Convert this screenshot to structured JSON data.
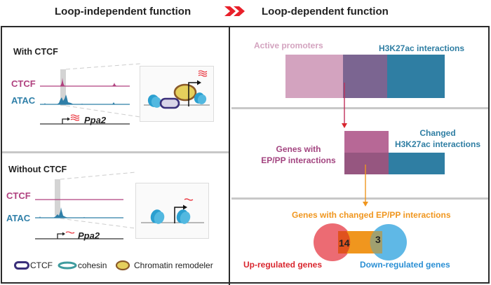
{
  "header": {
    "left_title": "Loop-independent function",
    "right_title": "Loop-dependent function",
    "arrow_icon": "double-chevron-right"
  },
  "colors": {
    "ctcf_track": "#b0417f",
    "atac_track": "#2f7fa8",
    "active_promoters": "#d3a3bf",
    "overlap_purple": "#7b6591",
    "h3k27ac": "#2f7ea3",
    "ep_pp_genes": "#b76896",
    "ep_pp_overlap": "#965680",
    "orange": "#f0961e",
    "up_red": "#ec6b73",
    "down_blue": "#5fb8e6",
    "up_label": "#d9262e",
    "down_label": "#2a8fd4",
    "header_arrow": "#e8202a"
  },
  "left_panel": {
    "with_ctcf": {
      "title": "With CTCF",
      "tracks": [
        "CTCF",
        "ATAC"
      ],
      "gene": "Ppa2",
      "transcription": "high"
    },
    "without_ctcf": {
      "title": "Without CTCF",
      "tracks": [
        "CTCF",
        "ATAC"
      ],
      "gene": "Ppa2",
      "transcription": "low"
    },
    "legend": [
      {
        "icon": "ctcf-ring-icon",
        "label": "CTCF"
      },
      {
        "icon": "cohesin-ring-icon",
        "label": "cohesin"
      },
      {
        "icon": "chromatin-remodeler-icon",
        "label": "Chromatin remodeler"
      }
    ]
  },
  "right_panel": {
    "step1": {
      "active_promoters": "Active promoters",
      "h3k27ac": "H3K27ac interactions"
    },
    "step2": {
      "genes_line1": "Genes with",
      "genes_line2": "EP/PP interactions",
      "changed_line1": "Changed",
      "changed_line2": "H3K27ac interactions"
    },
    "step3": {
      "title": "Genes with changed EP/PP interactions",
      "up_count": "14",
      "down_count": "3",
      "up_label": "Up-regulated genes",
      "down_label": "Down-regulated genes"
    }
  }
}
